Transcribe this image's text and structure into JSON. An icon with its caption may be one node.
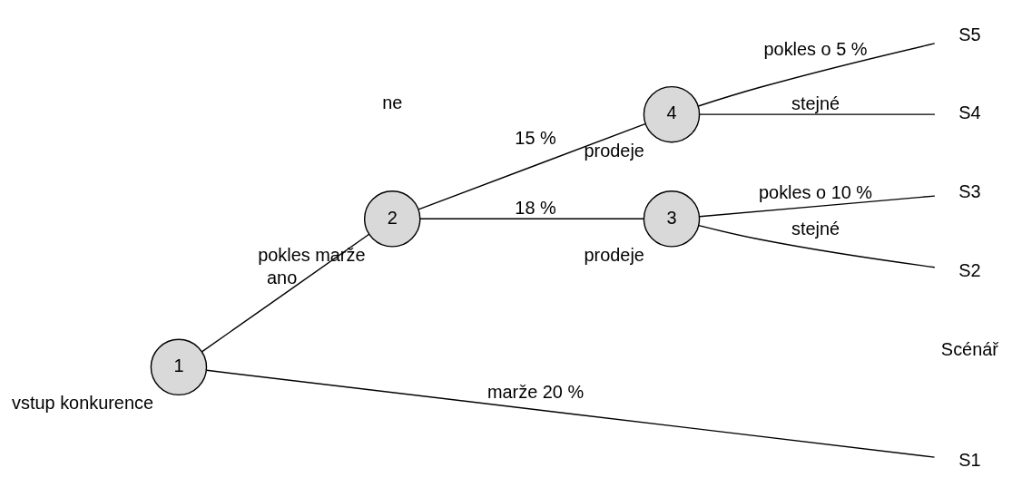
{
  "diagram": {
    "nodes": [
      {
        "text": [
          "1"
        ],
        "beside": [
          "vstup konkurence"
        ]
      },
      {
        "text": [
          "2"
        ],
        "beside": [
          "pokles marže"
        ]
      },
      {
        "text": [
          "3"
        ],
        "beside": [
          "prodeje"
        ]
      },
      {
        "text": [
          "4"
        ],
        "beside": [
          "prodeje"
        ]
      },
      {
        "text": [
          "S1"
        ]
      },
      {
        "text": [
          "S2"
        ]
      },
      {
        "text": [
          "S3"
        ]
      },
      {
        "text": [
          "S4"
        ]
      },
      {
        "text": [
          "S5"
        ]
      }
    ],
    "edges": [
      {
        "from": 0,
        "to": 4,
        "arrow": "none",
        "label": "marže 20 %"
      },
      {
        "from": 0,
        "to": 1,
        "arrow": "none",
        "label": "ano"
      },
      {
        "from": 1,
        "to": 2,
        "arrow": "none",
        "label": "18 %"
      },
      {
        "from": 1,
        "to": 3,
        "arrow": "none",
        "label": "15 %"
      },
      {
        "from": 2,
        "to": 5,
        "arrow": "none",
        "label": "stejné"
      },
      {
        "from": 2,
        "to": 6,
        "arrow": "none",
        "label": "pokles o 10 %"
      },
      {
        "from": 3,
        "to": 7,
        "arrow": "none",
        "label": "stejné"
      },
      {
        "from": 3,
        "to": 8,
        "arrow": "none",
        "label": "pokles o 5 %"
      }
    ],
    "labels": [
      "Scénář",
      "ne"
    ]
  }
}
